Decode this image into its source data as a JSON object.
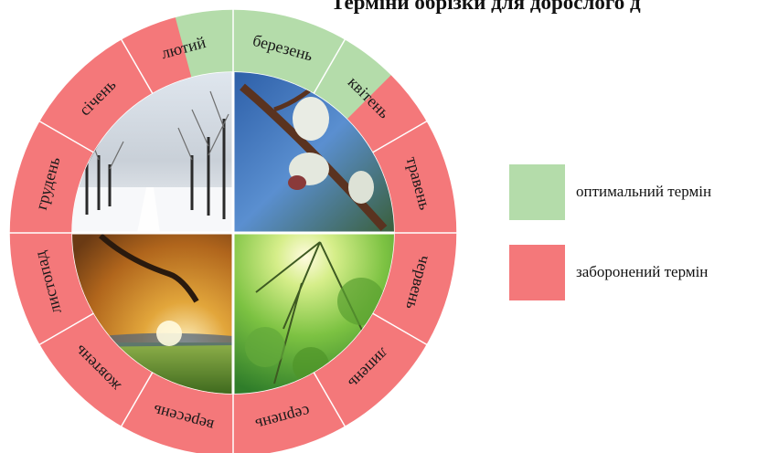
{
  "title": "Терміни обрізки для дорослого д",
  "colors": {
    "optimal": "#b4dcaa",
    "forbidden": "#f4787a",
    "separator": "#ffffff"
  },
  "months": [
    {
      "name": "січень",
      "status": "forbidden"
    },
    {
      "name": "лютий",
      "status": "forbidden",
      "optimal_fraction": 0.5
    },
    {
      "name": "березень",
      "status": "optimal"
    },
    {
      "name": "квітень",
      "status": "optimal",
      "optimal_fraction": 0.5
    },
    {
      "name": "травень",
      "status": "forbidden"
    },
    {
      "name": "червень",
      "status": "forbidden"
    },
    {
      "name": "липень",
      "status": "forbidden"
    },
    {
      "name": "серпень",
      "status": "forbidden"
    },
    {
      "name": "вересень",
      "status": "forbidden"
    },
    {
      "name": "жовтень",
      "status": "forbidden"
    },
    {
      "name": "листопад",
      "status": "forbidden"
    },
    {
      "name": "грудень",
      "status": "forbidden"
    }
  ],
  "seasons": [
    "winter-photo",
    "spring-photo",
    "summer-photo",
    "autumn-photo"
  ],
  "legend": [
    {
      "label": "оптимальний термін",
      "status": "optimal"
    },
    {
      "label": "заборонений термін",
      "status": "forbidden"
    }
  ]
}
